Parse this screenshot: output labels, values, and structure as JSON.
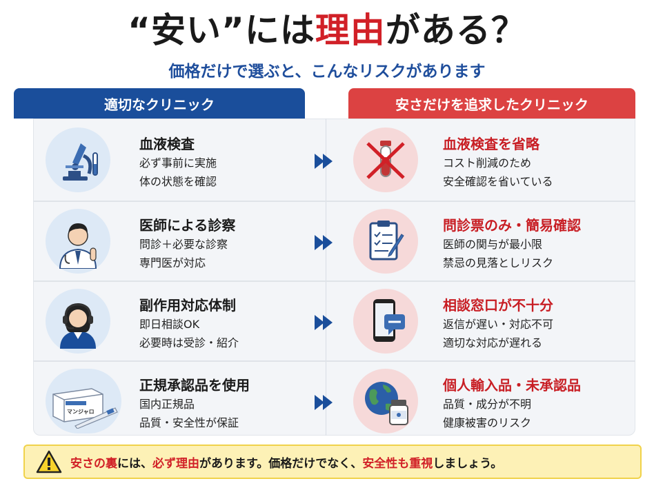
{
  "title": {
    "open": "“安い”には",
    "accent": "理由",
    "close": "がある？"
  },
  "subtitle": "価格だけで選ぶと、こんなリスクがあります",
  "columns": {
    "left": "適切なクリニック",
    "right": "安さだけを追求したクリニック"
  },
  "rows": [
    {
      "left": {
        "icon": "microscope-icon",
        "heading": "血液検査",
        "lines": [
          "必ず事前に実施",
          "体の状態を確認"
        ]
      },
      "right": {
        "icon": "crossed-test-tube-icon",
        "heading": "血液検査を省略",
        "lines": [
          "コスト削減のため",
          "安全確認を省いている"
        ]
      }
    },
    {
      "left": {
        "icon": "doctor-icon",
        "heading": "医師による診察",
        "lines": [
          "問診＋必要な診察",
          "専門医が対応"
        ]
      },
      "right": {
        "icon": "clipboard-pen-icon",
        "heading": "問診票のみ・簡易確認",
        "lines": [
          "医師の関与が最小限",
          "禁忌の見落としリスク"
        ]
      }
    },
    {
      "left": {
        "icon": "support-operator-icon",
        "heading": "副作用対応体制",
        "lines": [
          "即日相談OK",
          "必要時は受診・紹介"
        ]
      },
      "right": {
        "icon": "smartphone-chat-icon",
        "heading": "相談窓口が不十分",
        "lines": [
          "返信が遅い・対応不可",
          "適切な対応が遅れる"
        ]
      }
    },
    {
      "left": {
        "icon": "medicine-box-pen-icon",
        "heading": "正規承認品を使用",
        "lines": [
          "国内正規品",
          "品質・安全性が保証"
        ],
        "box_label": "マンジャロ"
      },
      "right": {
        "icon": "globe-vial-icon",
        "heading": "個人輸入品・未承認品",
        "lines": [
          "品質・成分が不明",
          "健康被害のリスク"
        ]
      }
    }
  ],
  "footer": {
    "icon": "warning-icon",
    "parts": [
      {
        "text": "安さの裏",
        "red": true
      },
      {
        "text": "には、",
        "red": false
      },
      {
        "text": "必ず理由",
        "red": true
      },
      {
        "text": "があります。価格だけでなく、",
        "red": false
      },
      {
        "text": "安全性も重視",
        "red": true
      },
      {
        "text": "しましょう。",
        "red": false
      }
    ]
  },
  "colors": {
    "blue": "#1a4e9b",
    "red": "#dc4242",
    "accent_red": "#d12027",
    "footer_bg": "#fdf1b6"
  }
}
